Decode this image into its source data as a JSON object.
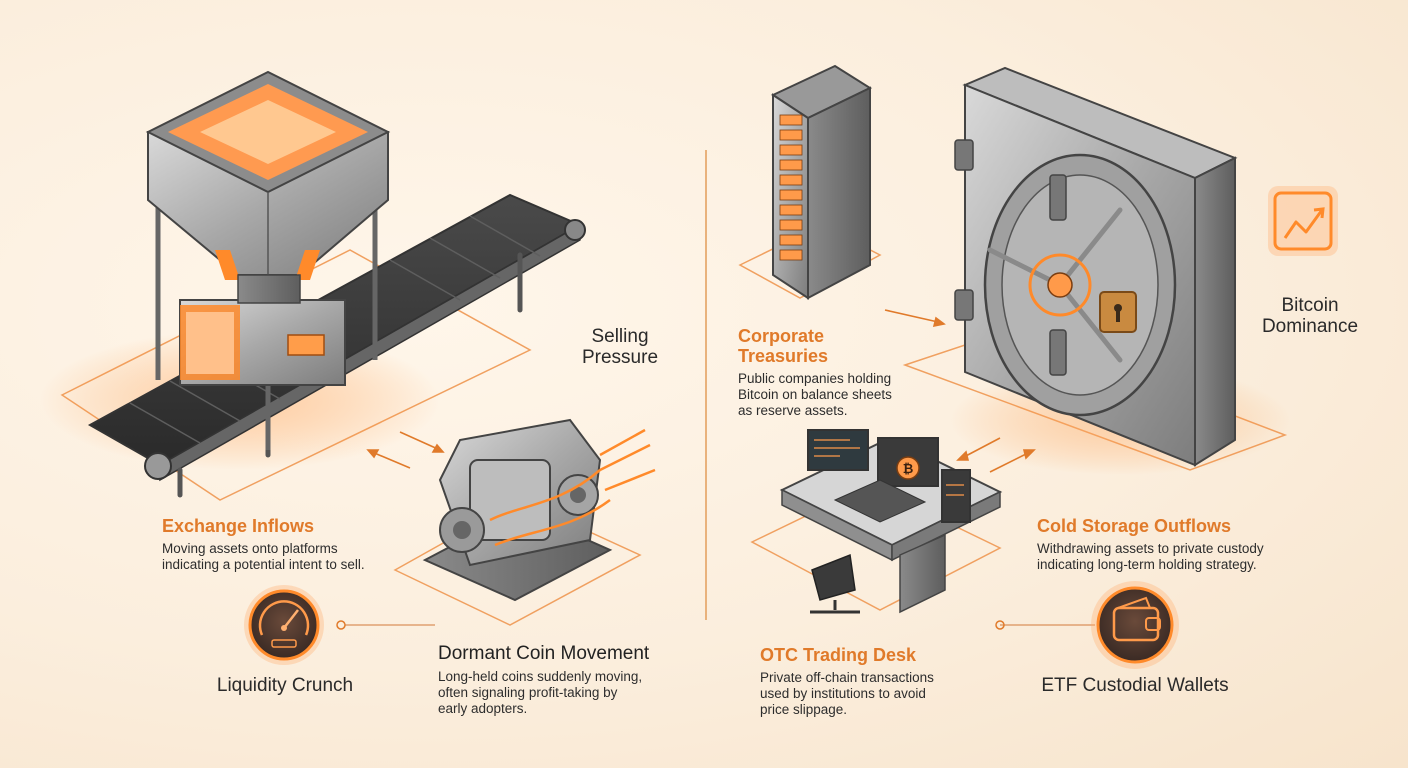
{
  "labels": {
    "selling_pressure": "Selling\nPressure",
    "bitcoin_dominance": "Bitcoin\nDominance",
    "liquidity_crunch": "Liquidity Crunch",
    "etf_custodial_wallets": "ETF Custodial Wallets"
  },
  "sections": {
    "exchange_inflows": {
      "title": "Exchange Inflows",
      "description": "Moving assets onto platforms\nindicating a potential intent to sell."
    },
    "dormant_coin_movement": {
      "title": "Dormant Coin Movement",
      "description": "Long-held coins suddenly moving,\noften signaling profit-taking by\nearly adopters."
    },
    "corporate_treasuries": {
      "title": "Corporate\nTreasuries",
      "description": "Public companies holding\nBitcoin on balance sheets\nas reserve assets."
    },
    "cold_storage_outflows": {
      "title": "Cold Storage Outflows",
      "description": "Withdrawing assets to private custody\nindicating long-term holding strategy."
    },
    "otc_trading_desk": {
      "title": "OTC Trading Desk",
      "description": "Private off-chain transactions\nused by institutions to avoid\nprice slippage."
    }
  },
  "colors": {
    "accent_orange": "#e07a2a",
    "glow_orange": "#ff8a2a",
    "metal": "#a9a9a9",
    "background": "#fbeedd"
  },
  "icons": [
    "speedometer-icon",
    "wallet-icon",
    "chart-up-icon",
    "bitcoin-icon",
    "lock-icon"
  ]
}
